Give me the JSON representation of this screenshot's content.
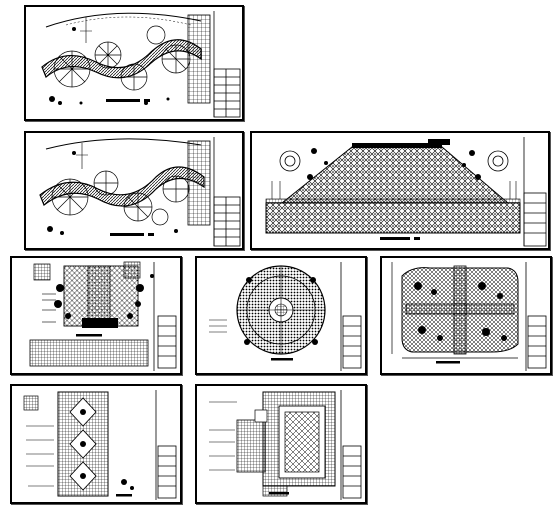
{
  "drawing_set": {
    "sheets": [
      {
        "id": "s1",
        "kind": "curved-path-plan"
      },
      {
        "id": "s2",
        "kind": "curved-path-plan"
      },
      {
        "id": "s3",
        "kind": "plaza-paving-plan"
      },
      {
        "id": "s4",
        "kind": "garden-layout-plan"
      },
      {
        "id": "s5",
        "kind": "circular-paving-plan"
      },
      {
        "id": "s6",
        "kind": "site-plan"
      },
      {
        "id": "s7",
        "kind": "path-paving-detail"
      },
      {
        "id": "s8",
        "kind": "rectangular-paving-plan"
      }
    ]
  },
  "colors": {
    "paper": "#ffffff",
    "ink": "#000000",
    "hatch": "#222222"
  }
}
